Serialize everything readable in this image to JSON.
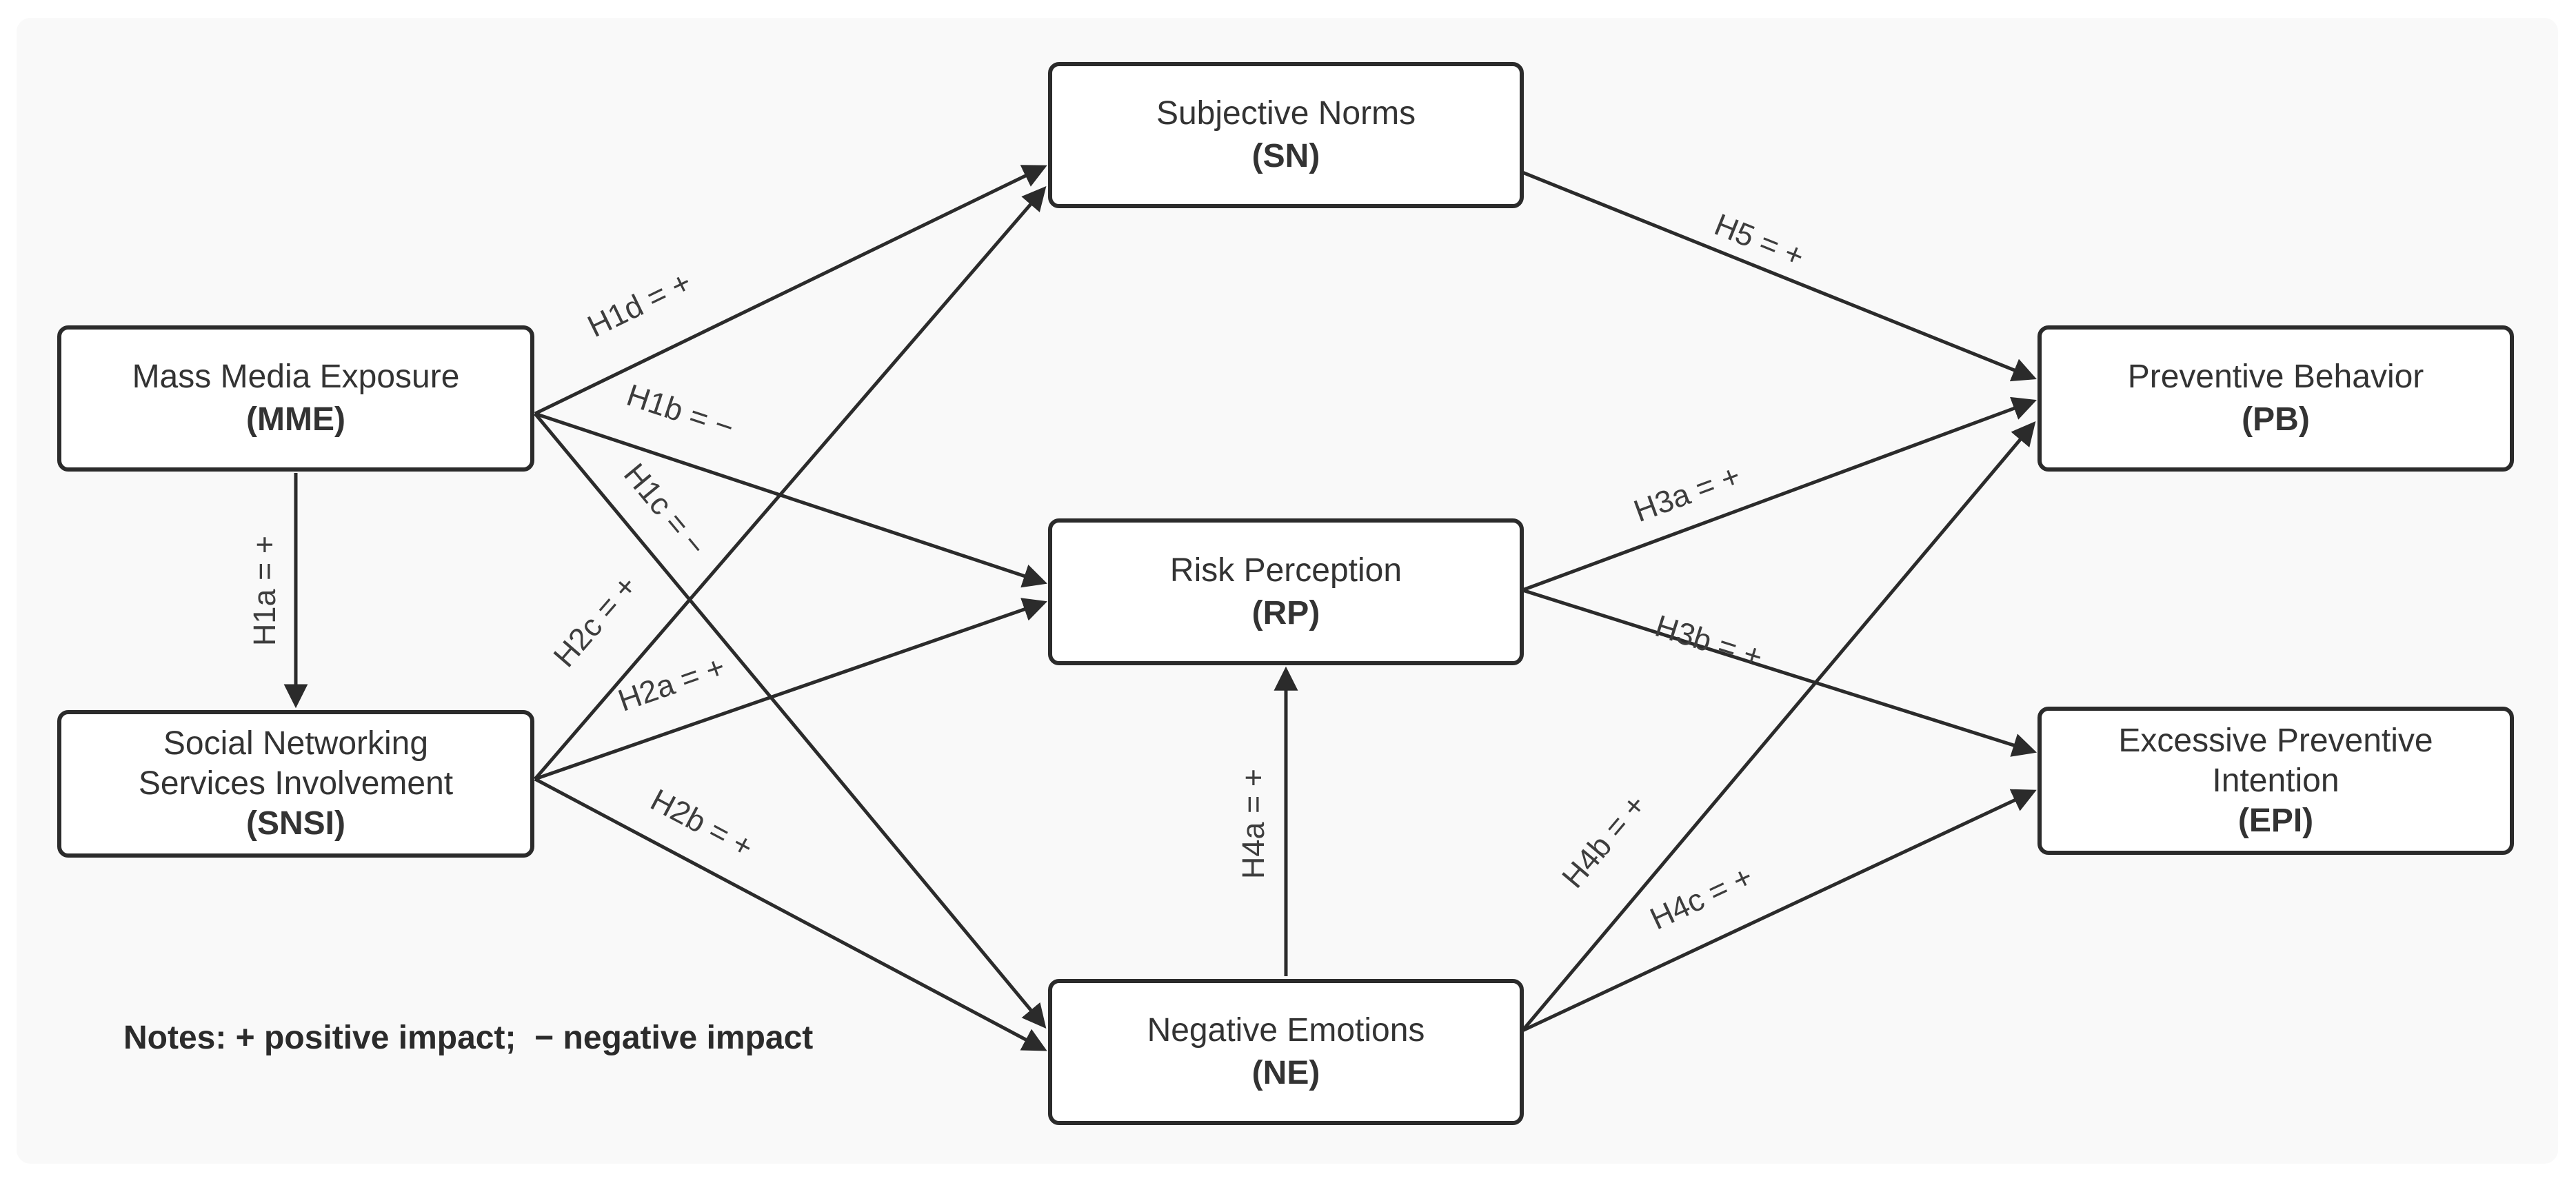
{
  "figure": {
    "background_color": "#ffffff",
    "panel_color": "#f9f9f9",
    "line_color": "#2b2b2b",
    "text_color": "#333333",
    "notes": "Notes: + positive impact;  − negative impact"
  },
  "nodes": {
    "mme": {
      "lines": [
        "Mass Media Exposure"
      ],
      "abbr": "(MME)"
    },
    "snsi": {
      "lines": [
        "Social Networking",
        "Services Involvement"
      ],
      "abbr": "(SNSI)"
    },
    "sn": {
      "lines": [
        "Subjective Norms"
      ],
      "abbr": "(SN)"
    },
    "rp": {
      "lines": [
        "Risk Perception"
      ],
      "abbr": "(RP)"
    },
    "ne": {
      "lines": [
        "Negative Emotions"
      ],
      "abbr": "(NE)"
    },
    "pb": {
      "lines": [
        "Preventive Behavior"
      ],
      "abbr": "(PB)"
    },
    "epi": {
      "lines": [
        "Excessive Preventive",
        "Intention"
      ],
      "abbr": "(EPI)"
    }
  },
  "edges": {
    "h1a": {
      "label": "H1a = +",
      "from": "MME",
      "to": "SNSI",
      "sign": "+"
    },
    "h1b": {
      "label": "H1b = −",
      "from": "MME",
      "to": "RP",
      "sign": "−"
    },
    "h1c": {
      "label": "H1c = −",
      "from": "MME",
      "to": "NE",
      "sign": "−"
    },
    "h1d": {
      "label": "H1d = +",
      "from": "MME",
      "to": "SN",
      "sign": "+"
    },
    "h2a": {
      "label": "H2a = +",
      "from": "SNSI",
      "to": "RP",
      "sign": "+"
    },
    "h2b": {
      "label": "H2b = +",
      "from": "SNSI",
      "to": "NE",
      "sign": "+"
    },
    "h2c": {
      "label": "H2c = +",
      "from": "SNSI",
      "to": "SN",
      "sign": "+"
    },
    "h3a": {
      "label": "H3a = +",
      "from": "RP",
      "to": "PB",
      "sign": "+"
    },
    "h3b": {
      "label": "H3b = +",
      "from": "RP",
      "to": "EPI",
      "sign": "+"
    },
    "h4a": {
      "label": "H4a = +",
      "from": "NE",
      "to": "RP",
      "sign": "+"
    },
    "h4b": {
      "label": "H4b = +",
      "from": "NE",
      "to": "PB",
      "sign": "+"
    },
    "h4c": {
      "label": "H4c = +",
      "from": "NE",
      "to": "EPI",
      "sign": "+"
    },
    "h5": {
      "label": "H5 = +",
      "from": "SN",
      "to": "PB",
      "sign": "+"
    }
  }
}
